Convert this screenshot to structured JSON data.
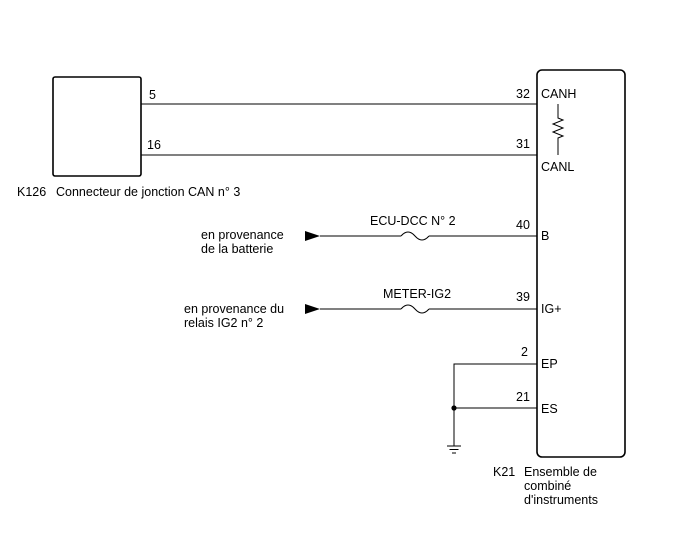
{
  "connector_k126": {
    "code": "K126",
    "name": "Connecteur de jonction CAN n° 3",
    "pin_canh": "5",
    "pin_canl": "16"
  },
  "ecu_k21": {
    "code": "K21",
    "name_line1": "Ensemble de",
    "name_line2": "combiné",
    "name_line3": "d'instruments",
    "pins": {
      "canh": {
        "num": "32",
        "label": "CANH"
      },
      "canl": {
        "num": "31",
        "label": "CANL"
      },
      "b": {
        "num": "40",
        "label": "B"
      },
      "ig": {
        "num": "39",
        "label": "IG+"
      },
      "ep": {
        "num": "2",
        "label": "EP"
      },
      "es": {
        "num": "21",
        "label": "ES"
      }
    }
  },
  "sources": {
    "battery_line1": "en provenance",
    "battery_line2": "de la batterie",
    "relay_line1": "en provenance du",
    "relay_line2": "relais IG2 n° 2"
  },
  "fuses": {
    "ecu_dcc": "ECU-DCC N° 2",
    "meter_ig2": "METER-IG2"
  }
}
